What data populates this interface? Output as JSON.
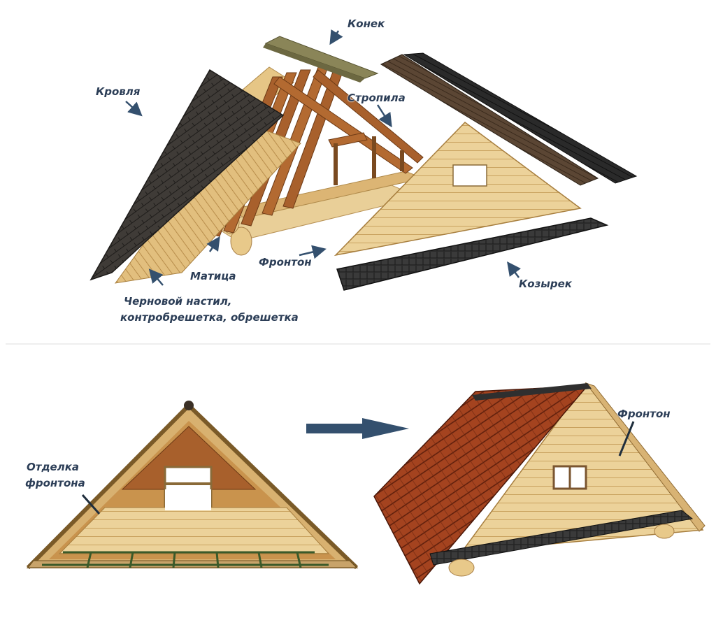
{
  "labels": {
    "konek": "Конек",
    "krovlya": "Кровля",
    "stropila": "Стропила",
    "frontons_top": "Фронтон",
    "matitsa": "Матица",
    "kozyrek": "Козырек",
    "chernovoy_line1": "Черновой настил,",
    "chernovoy_line2": "контробрешетка, обрешетка",
    "otdelka_line1": "Отделка",
    "otdelka_line2": "фронтона",
    "frontons_bottom": "Фронтон"
  },
  "colors": {
    "label_text": "#2c3e57",
    "arrow": "#34506e",
    "roof_dark": "#3d3a36",
    "roof_black": "#2a2a2a",
    "roof_red": "#9c3b22",
    "wood_light": "#e8c98a",
    "wood_rafter": "#a8602c",
    "ridge": "#7c7850"
  }
}
